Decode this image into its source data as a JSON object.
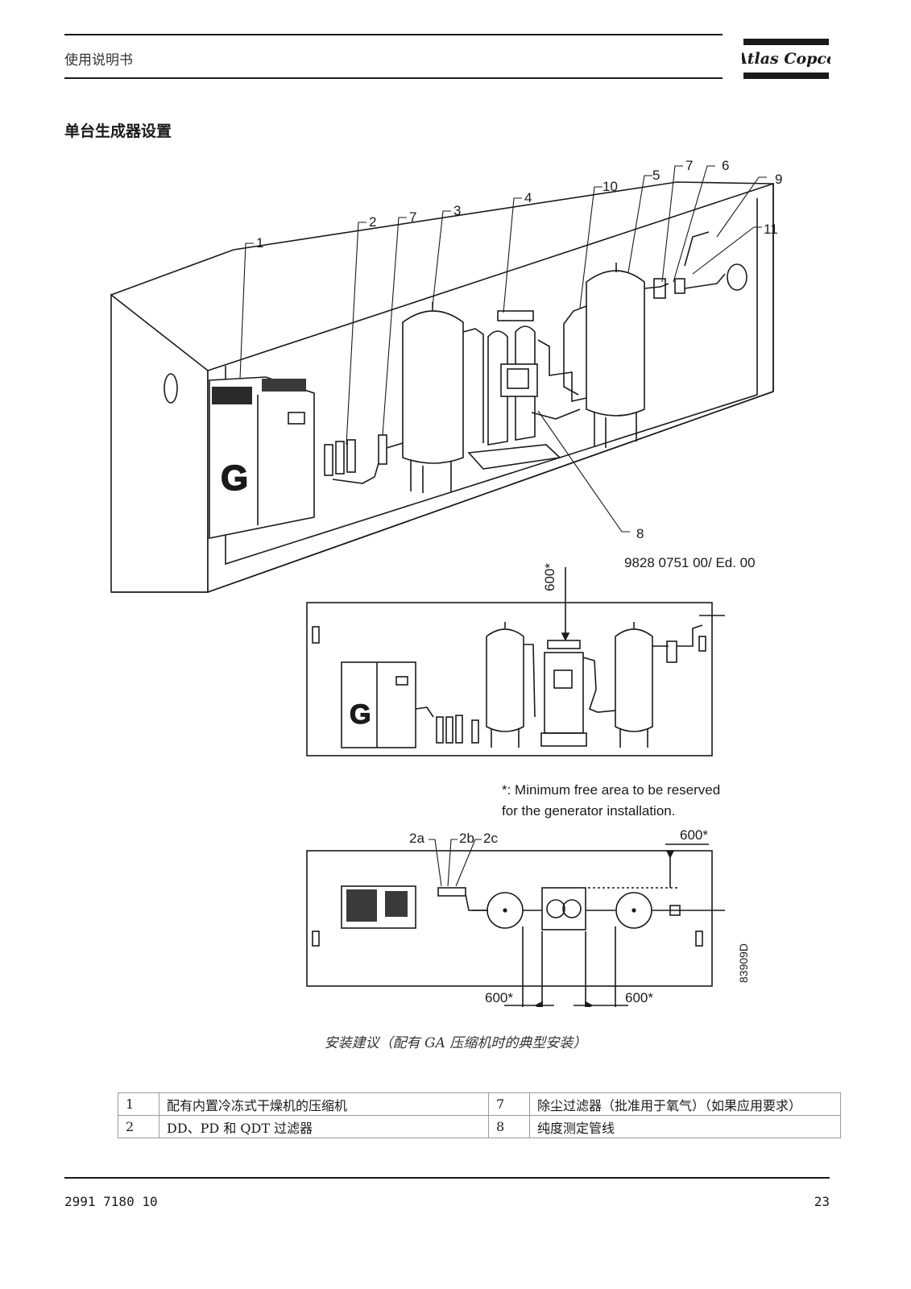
{
  "header": {
    "doc_title": "使用说明书",
    "brand": "Atlas Copco"
  },
  "section": {
    "title": "单台生成器设置"
  },
  "figure": {
    "callouts_top": [
      "1",
      "2",
      "7",
      "3",
      "4",
      "10",
      "5",
      "7",
      "6",
      "9",
      "11",
      "8"
    ],
    "drawing_code": "9828 0751 00/ Ed. 00",
    "dim_label": "600*",
    "note_line1": "*: Minimum free area to be reserved",
    "note_line2": "for the generator installation.",
    "callouts_plan": [
      "2a",
      "2b",
      "2c"
    ],
    "figure_id": "83909D",
    "caption": "安装建议（配有 GA 压缩机时的典型安装）"
  },
  "legend": {
    "rows": [
      {
        "num_a": "1",
        "text_a": "配有内置冷冻式干燥机的压缩机",
        "num_b": "7",
        "text_b": "除尘过滤器（批准用于氧气）（如果应用要求）"
      },
      {
        "num_a": "2",
        "text_a": "DD、PD 和 QDT 过滤器",
        "num_b": "8",
        "text_b": "纯度测定管线"
      }
    ]
  },
  "footer": {
    "doc_number": "2991 7180 10",
    "page_number": "23"
  }
}
